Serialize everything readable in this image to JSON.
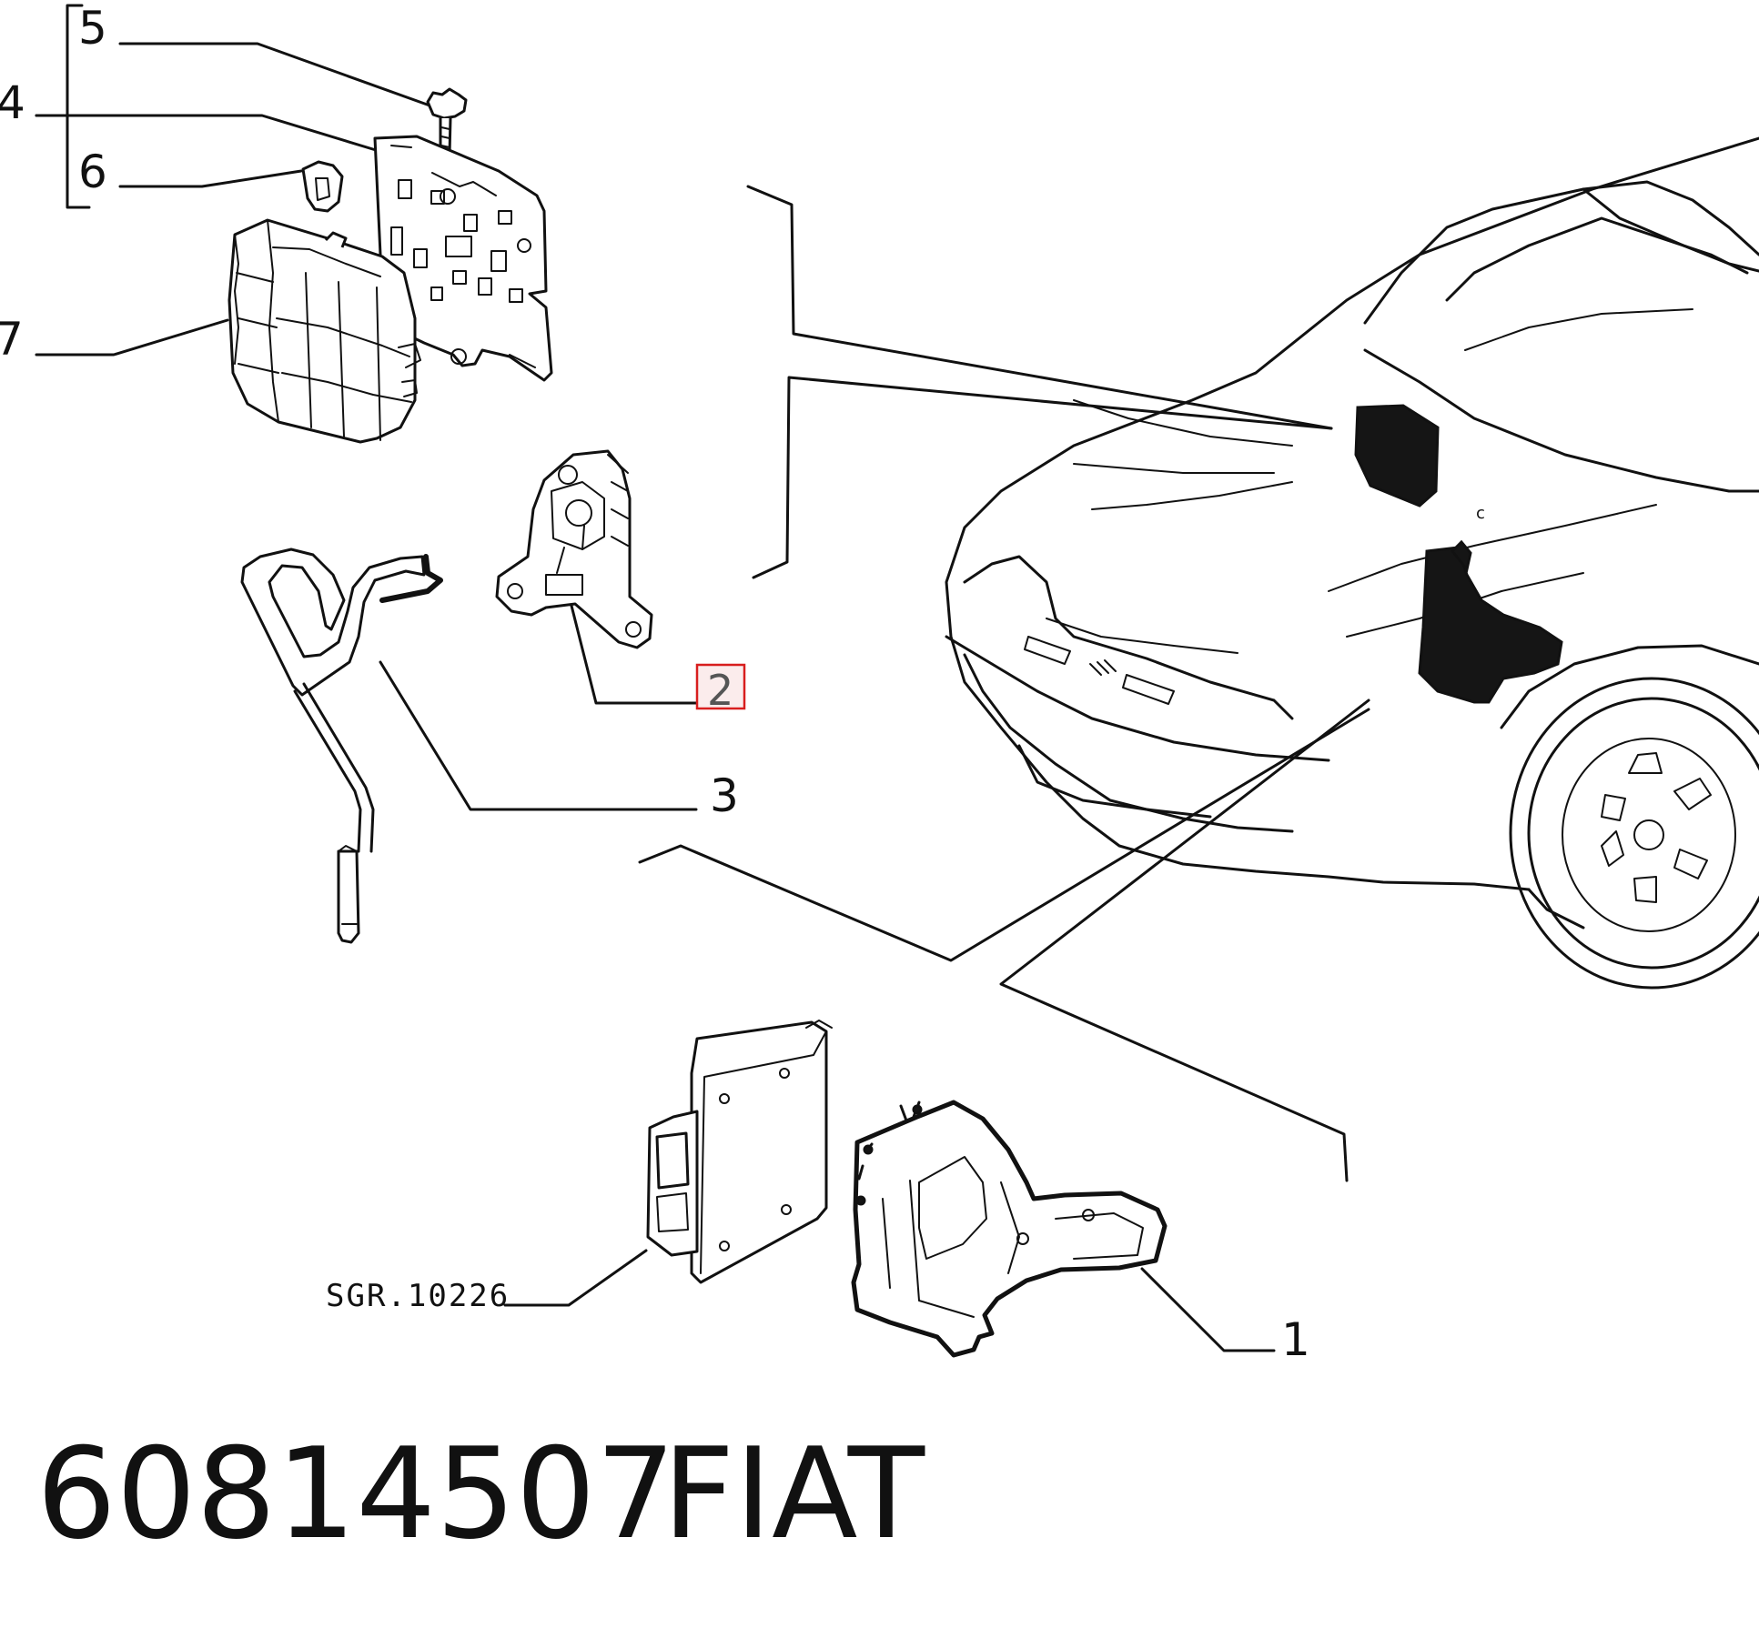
{
  "callouts": {
    "c1": "1",
    "c2": "2",
    "c3": "3",
    "c4": "4",
    "c5": "5",
    "c6": "6",
    "c7": "7"
  },
  "reference_label": "SGR.10226",
  "footer": {
    "part_number": "60814507",
    "brand": "FIAT"
  },
  "highlight": {
    "callout": "2",
    "border_color": "#d81e1e",
    "fill_color": "#fbecec"
  }
}
